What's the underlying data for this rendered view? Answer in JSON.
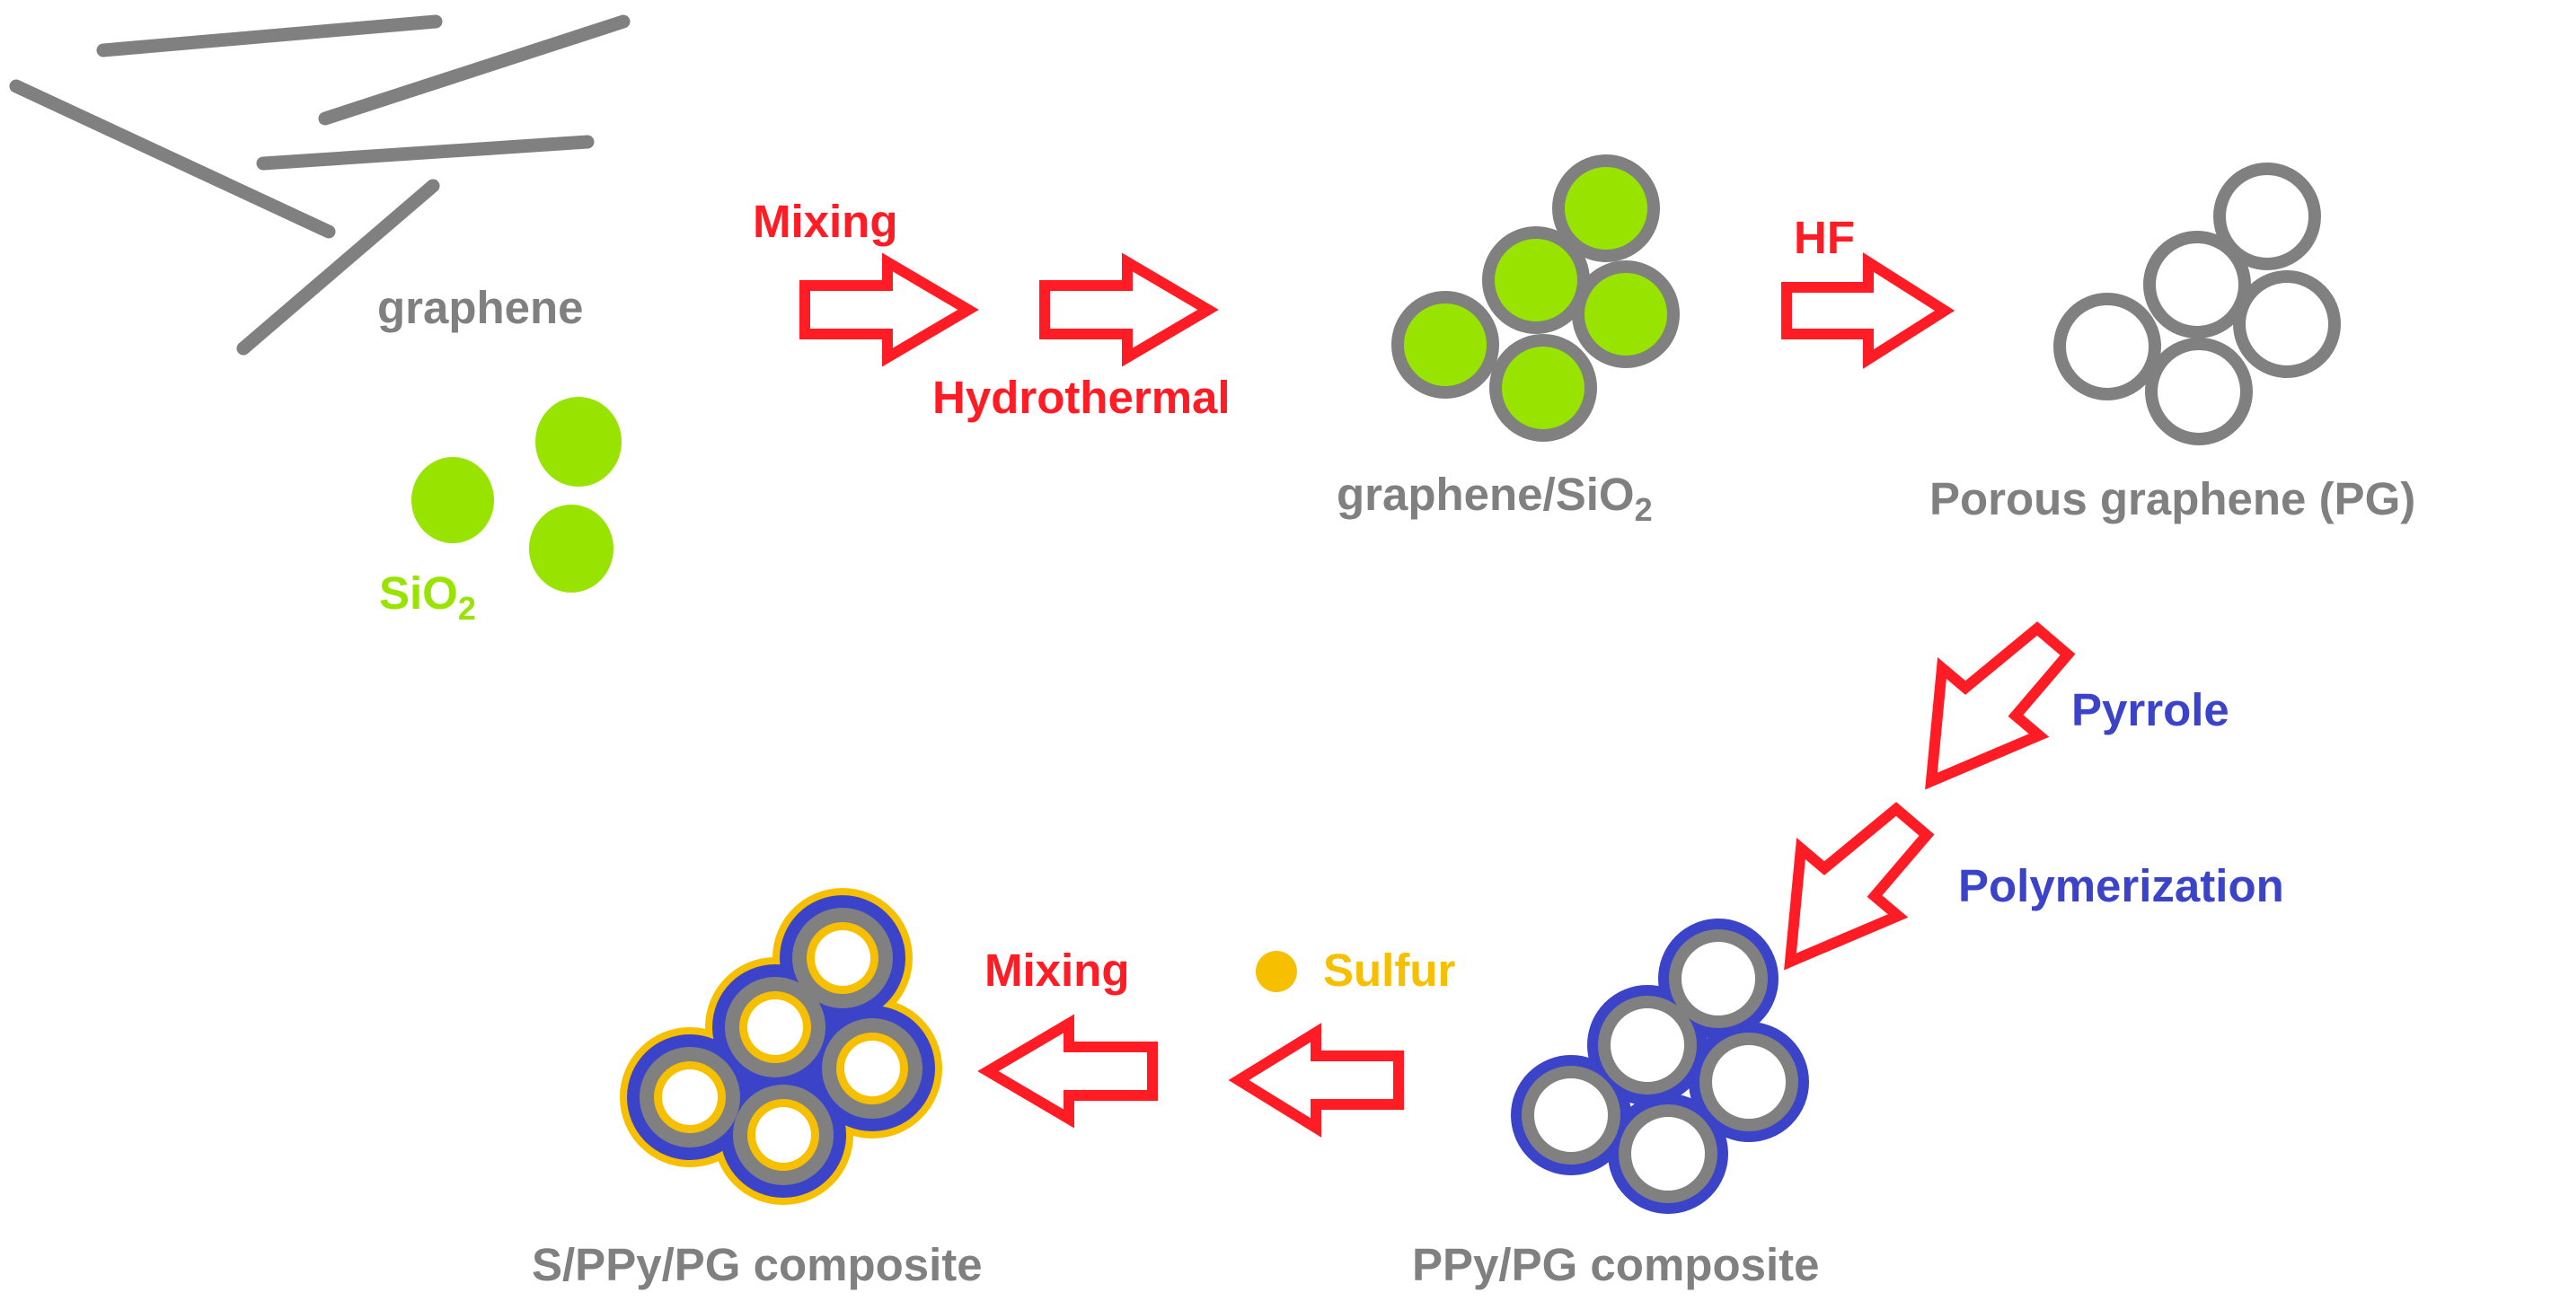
{
  "labels": {
    "graphene": "graphene",
    "sio2_base": "SiO",
    "sio2_sub": "2",
    "mixing_1": "Mixing",
    "hydrothermal": "Hydrothermal",
    "graphene_sio2_base": "graphene/SiO",
    "graphene_sio2_sub": "2",
    "hf": "HF",
    "porous_graphene": "Porous graphene (PG)",
    "pyrrole": "Pyrrole",
    "polymerization": "Polymerization",
    "ppy_pg": "PPy/PG composite",
    "sulfur": "Sulfur",
    "mixing_2": "Mixing",
    "s_ppy_pg": "S/PPy/PG composite"
  },
  "colors": {
    "graphene_gray": "#808080",
    "sio2_green": "#99e300",
    "arrow_red": "#ff1c24",
    "ppy_blue": "#3b44c8",
    "sulfur_yellow": "#f6c000",
    "text_gray": "#808080"
  }
}
